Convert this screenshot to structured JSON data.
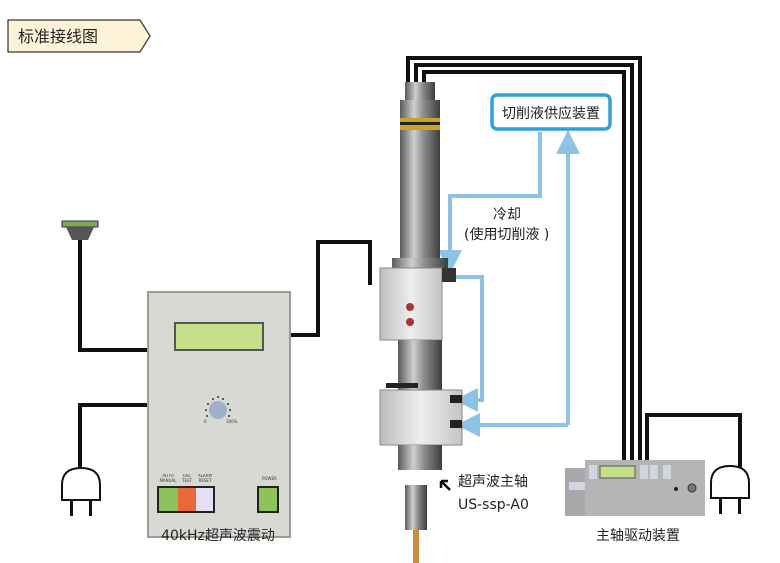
{
  "title": "标准接线图",
  "generator": {
    "label": "40kHz超声波震动",
    "knob_min": "0",
    "knob_max": "100%",
    "buttons": [
      "AUTO MANUAL",
      "OSC TEST",
      "ALARM RESET"
    ],
    "power_label": "POWER"
  },
  "coolant": {
    "box_label": "切削液供应装置",
    "cooling_label": "冷却",
    "cooling_note": "(使用切削液 )"
  },
  "spindle": {
    "label": "超声波主轴",
    "model": "US-ssp-A0"
  },
  "driver": {
    "label": "主轴驱动装置"
  },
  "colors": {
    "pipe": "#8cc3e6",
    "coolant_border": "#2fa3d6",
    "cable": "#111111",
    "lcd": "#c6df8a"
  }
}
